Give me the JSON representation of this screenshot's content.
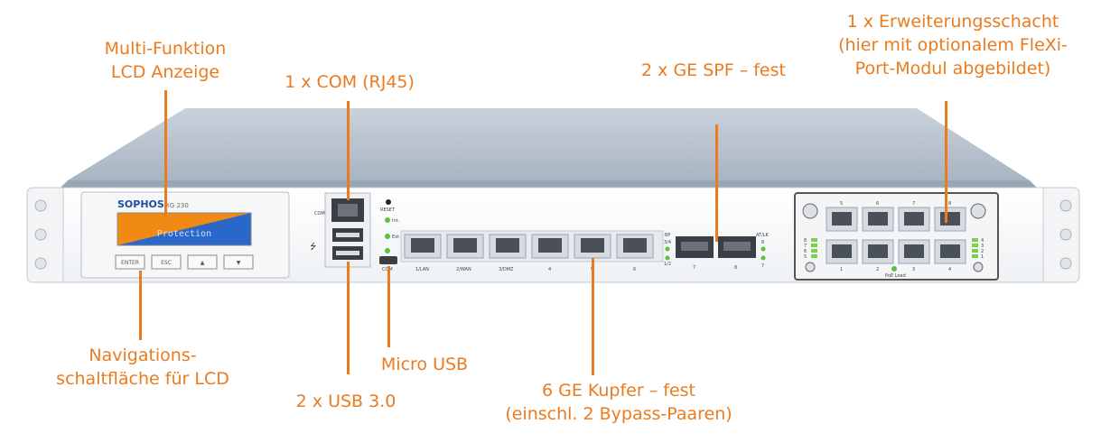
{
  "callouts": {
    "lcd": [
      "Multi-Funktion",
      "LCD Anzeige"
    ],
    "com": [
      "1 x COM (RJ45)"
    ],
    "sfp": [
      "2 x GE SPF – fest"
    ],
    "expansion": [
      "1 x Erweiterungsschacht",
      "(hier mit optionalem FleXi-",
      "Port-Modul abgebildet)"
    ],
    "nav": [
      "Navigations-",
      "schaltfläche für LCD"
    ],
    "usb": [
      "2 x USB 3.0"
    ],
    "micro_usb": [
      "Micro USB"
    ],
    "copper": [
      "6 GE Kupfer – fest",
      "(einschl. 2 Bypass-Paaren)"
    ]
  },
  "device": {
    "brand": "SOPHOS",
    "model": "XG 230",
    "lcd_text": "Protection",
    "nav_buttons": [
      "ENTER",
      "ESC",
      "▲",
      "▼"
    ],
    "com_label": "COM",
    "reset_label": "RESET",
    "led_labels": [
      "Int.",
      "Ext",
      ""
    ],
    "micro_usb_label": "COM",
    "copper_port_labels": [
      "1/LAN",
      "2/WAN",
      "3/DMZ",
      "4",
      "5",
      "6"
    ],
    "bypass_label": [
      "BP",
      "3/4",
      "1/2"
    ],
    "sfp_port_labels": [
      "7",
      "8"
    ],
    "atlk_label": [
      "AT/LK",
      "8",
      "7"
    ],
    "module_top_labels": [
      "5",
      "6",
      "7",
      "8"
    ],
    "module_bottom_labels": [
      "1",
      "2",
      "3",
      "4"
    ],
    "module_poe_label": "PoE Load",
    "module_left_leds": [
      "8",
      "7",
      "6",
      "5"
    ],
    "module_right_leds": [
      "4",
      "3",
      "2",
      "1"
    ]
  },
  "colors": {
    "accent": "#ea7b1e",
    "lcd_orange": "#f08a12",
    "lcd_blue": "#2a67c9",
    "brand_blue": "#1a4fa0"
  }
}
